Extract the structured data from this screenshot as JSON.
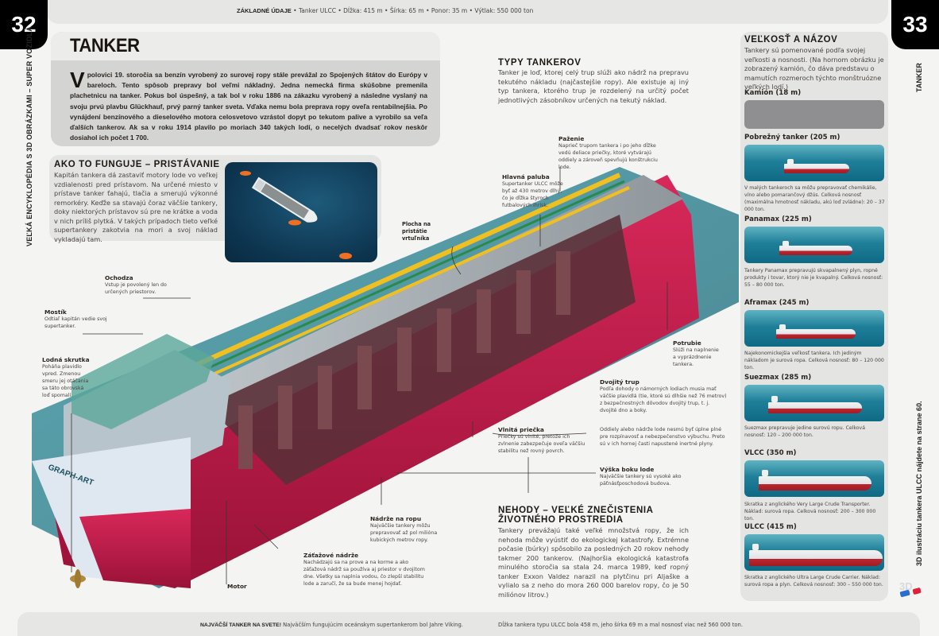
{
  "header": {
    "page_left": "32",
    "page_right": "33",
    "basic_data_label": "ZÁKLADNÉ ÚDAJE",
    "basic_data": "• Tanker ULCC • Dĺžka: 415 m • Šírka: 65 m • Ponor: 35 m • Výtlak: 550 000 ton",
    "series_title": "VEĽKÁ ENCYKLOPÉDIA S 3D OBRÁZKAMI – SUPER VOZIDLÁ",
    "section_name": "TANKER",
    "side_note": "3D ilustráciu tankera ULCC nájdete na strane 60."
  },
  "intro": {
    "title": "TANKER",
    "dropcap": "V",
    "text": "polovici 19. storočia sa benzín vyrobený zo surovej ropy stále prevážal zo Spojených štátov do Európy v bareloch. Tento spôsob prepravy bol veľmi nákladný. Jedna nemecká firma skúšobne premenila plachetnicu na tanker. Pokus bol úspešný, a tak bol v roku 1886 na zákazku vyrobený a následne vyslaný na svoju prvú plavbu Glückhauf, prvý parný tanker sveta. Vďaka nemu bola preprava ropy oveľa rentabilnejšia. Po vynájdení benzínového a dieselového motora celosvetovo vzrástol dopyt po tekutom palive a vyrobilo sa veľa ďalších tankerov. Ak sa v roku 1914 plavilo po moriach 340 takých lodí, o necelých dvadsať rokov neskôr dosiahol ich počet 1 700."
  },
  "how_it_works": {
    "title": "AKO TO FUNGUJE – PRISTÁVANIE",
    "text": "Kapitán tankera dá zastaviť motory lode vo veľkej vzdialenosti pred prístavom. Na určené miesto v prístave tanker ťahajú, tlačia a smerujú výkonné remorkéry. Keďže sa stavajú čoraz väčšie tankery, doky niektorých prístavov sú pre ne krátke a voda v nich príliš plytká. V takých prípadoch tieto veľké supertankery zakotvia na mori a svoj náklad vykladajú tam."
  },
  "types": {
    "title": "TYPY TANKEROV",
    "text": "Tanker je loď, ktorej celý trup slúži ako nádrž na prepravu tekutého nákladu (najčastejšie ropy). Ale existuje aj iný typ tankera, ktorého trup je rozdelený na určitý počet jednotlivých zásobníkov určených na tekutý náklad."
  },
  "callouts": [
    {
      "title": "Paženie",
      "text": "Naprieč trupom tankera i po jeho dĺžke vedú deliace priečky, ktoré vytvárajú oddiely a zároveň spevňujú konštrukciu lode."
    },
    {
      "title": "Hlavná paluba",
      "text": "Supertanker ULCC môže byť až 430 metrov dlhý, čo je dĺžka štyroch futbalových ihrísk."
    },
    {
      "title": "Plocha na pristátie vrtuľníka",
      "text": ""
    },
    {
      "title": "Ochodza",
      "text": "Vstup je povolený len do určených priestorov."
    },
    {
      "title": "Mostík",
      "text": "Odtiaľ kapitán vedie svoj supertanker."
    },
    {
      "title": "Lodná skrutka",
      "text": "Poháňa plavidlo vpred. Zmenou smeru jej otáčania sa táto obrovská loď spomalí."
    },
    {
      "title": "Potrubie",
      "text": "Slúži na naplnenie a vyprázdnenie tankera."
    },
    {
      "title": "Dvojitý trup",
      "text": "Podľa dohody o námorných lodiach musia mať väčšie plavidlá (tie, ktoré sú dlhšie než 76 metrov) z bezpečnostných dôvodov dvojitý trup, t. j. dvojité dno a boky."
    },
    {
      "title": "",
      "text": "Oddiely alebo nádrže lode nesmú byť úplne plné pre rozpínavosť a nebezpečenstvo výbuchu. Preto sú v ich hornej časti napustené inertné plyny."
    },
    {
      "title": "Vlnitá priečka",
      "text": "Priečky sú vlnité, pretože ich zvlnenie zabezpečuje oveľa väčšiu stabilitu než rovný povrch."
    },
    {
      "title": "Výška boku lode",
      "text": "Najväčšie tankery sú vysoké ako päťnásťposchodová budova."
    },
    {
      "title": "Nádrže na ropu",
      "text": "Najväčšie tankery môžu prepravovať až pol milióna kubických metrov ropy."
    },
    {
      "title": "Záťažové nádrže",
      "text": "Nachádzajú sa na prove a na korme a ako záťažová nádrž sa používa aj priestor v dvojitom dne. Všetky sa naplnia vodou, čo zlepší stabilitu lode a zaručí, že sa bude menej hojdať."
    },
    {
      "title": "Motor",
      "text": ""
    }
  ],
  "hull_text": "GRAPH-ART",
  "sizes": {
    "title": "VEĽKOSŤ A NÁZOV",
    "intro": "Tankery sú pomenované podľa svojej veľkosti a nosnosti. (Na hornom obrázku je zobrazený kamión, čo dáva predstavu o mamutích rozmeroch týchto monštruózne veľkých lodí.)",
    "items": [
      {
        "label": "Kamión (18 m)",
        "desc": ""
      },
      {
        "label": "Pobrežný tanker (205 m)",
        "desc": "V malých tankeroch sa môžu prepravovať chemikálie, víno alebo pomarančový džús. Celková nosnosť (maximálna hmotnosť nákladu, akú loď zvládne): 20 – 37 000 ton."
      },
      {
        "label": "Panamax (225 m)",
        "desc": "Tankery Panamax prepravujú skvapalnený plyn, ropné produkty i tovar, ktorý nie je kvapalný. Celková nosnosť: 55 – 80 000 ton."
      },
      {
        "label": "Aframax (245 m)",
        "desc": "Najekonomickejšia veľkosť tankera. Ich jediným nákladom je surová ropa. Celková nosnosť: 80 – 120 000 ton."
      },
      {
        "label": "Suezmax (285 m)",
        "desc": "Suezmax prepravuje jedine surovú ropu. Celková nosnosť: 120 – 200 000 ton."
      },
      {
        "label": "VLCC (350 m)",
        "desc": "Skratka z anglického Very Large Crude Transporter. Náklad: surová ropa. Celková nosnosť: 200 – 300 000 ton."
      },
      {
        "label": "ULCC (415 m)",
        "desc": "Skratka z anglického Ultra Large Crude Carrier. Náklad: surová ropa a plyn. Celková nosnosť: 300 – 550 000 ton."
      }
    ]
  },
  "accidents": {
    "title": "NEHODY – VEĽKÉ ZNEČISTENIA ŽIVOTNÉHO PROSTREDIA",
    "text": "Tankery prevážajú také veľké množstvá ropy, že ich nehoda môže vyústiť do ekologickej katastrofy. Extrémne počasie (búrky) spôsobilo za posledných 20 rokov nehody takmer 200 tankerov. (Najhoršia ekologická katastrofa minulého storočia sa stala 24. marca 1989, keď ropný tanker Exxon Valdez narazil na plytčinu pri Aljaške a vylialo sa z neho do mora 260 000 barelov ropy, čo je 50 miliónov litrov.)"
  },
  "footer": {
    "label": "NAJVÄČŠÍ TANKER NA SVETE!",
    "text1": "Najväčším fungujúcim oceánskym supertankerom bol Jahre Viking.",
    "text2": "Dĺžka tankera typu ULCC bola 458 m, jeho šírka 69 m a mal nosnosť viac než 560 000 ton."
  },
  "colors": {
    "hull_red": "#c8204a",
    "deck_grey": "#a6adb2",
    "pipe_yellow": "#f0c020",
    "sea_teal": "#2a8f9e",
    "panel_grey": "#e4e4e2"
  }
}
